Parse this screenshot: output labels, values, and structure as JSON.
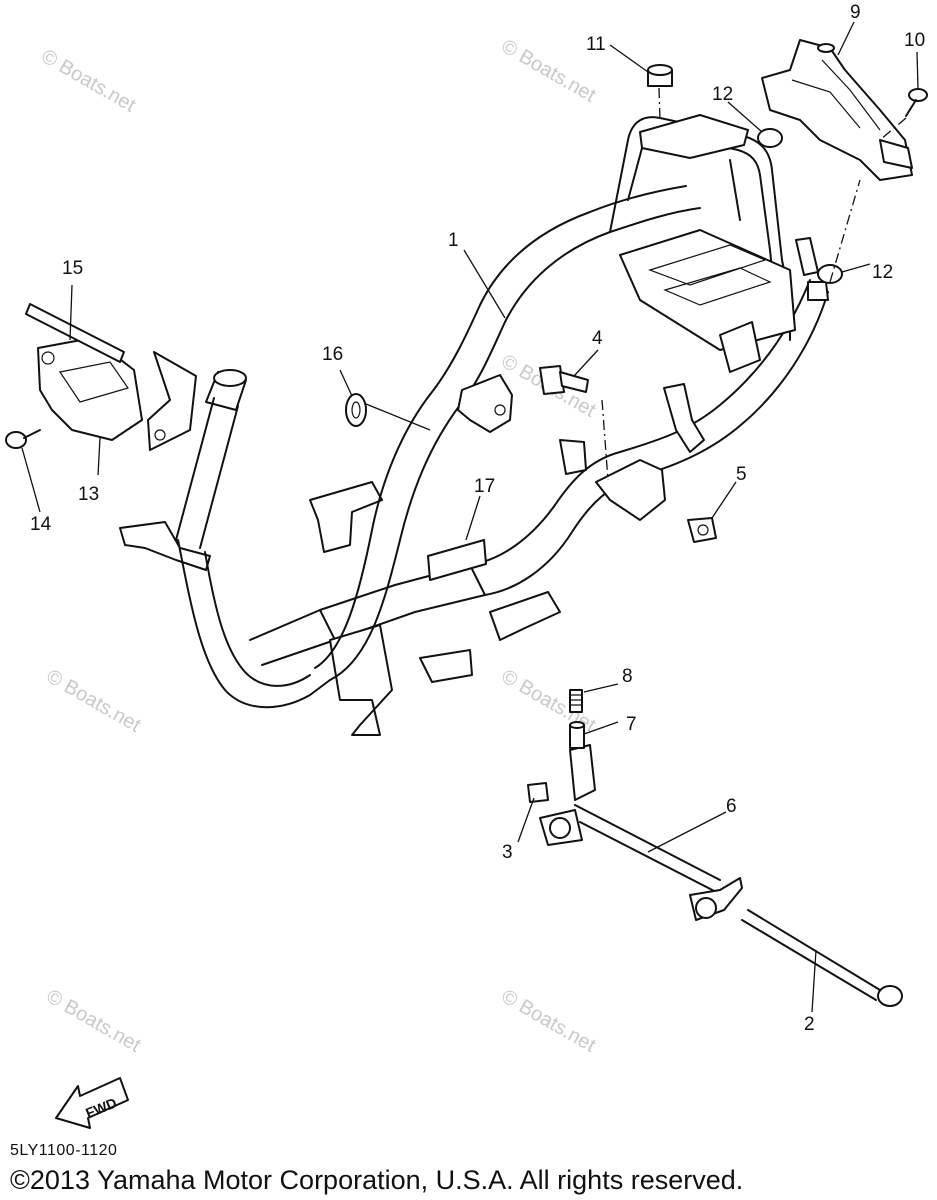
{
  "diagram": {
    "callouts": {
      "c1": "1",
      "c2": "2",
      "c3": "3",
      "c4": "4",
      "c5": "5",
      "c6": "6",
      "c7": "7",
      "c8": "8",
      "c9": "9",
      "c10": "10",
      "c11": "11",
      "c12a": "12",
      "c12b": "12",
      "c13": "13",
      "c14": "14",
      "c15": "15",
      "c16": "16",
      "c17": "17"
    },
    "watermark": "© Boats.net",
    "fwd_label": "FWD",
    "part_code": "5LY1100-1120",
    "copyright": "©2013 Yamaha Motor Corporation, U.S.A. All rights reserved."
  }
}
